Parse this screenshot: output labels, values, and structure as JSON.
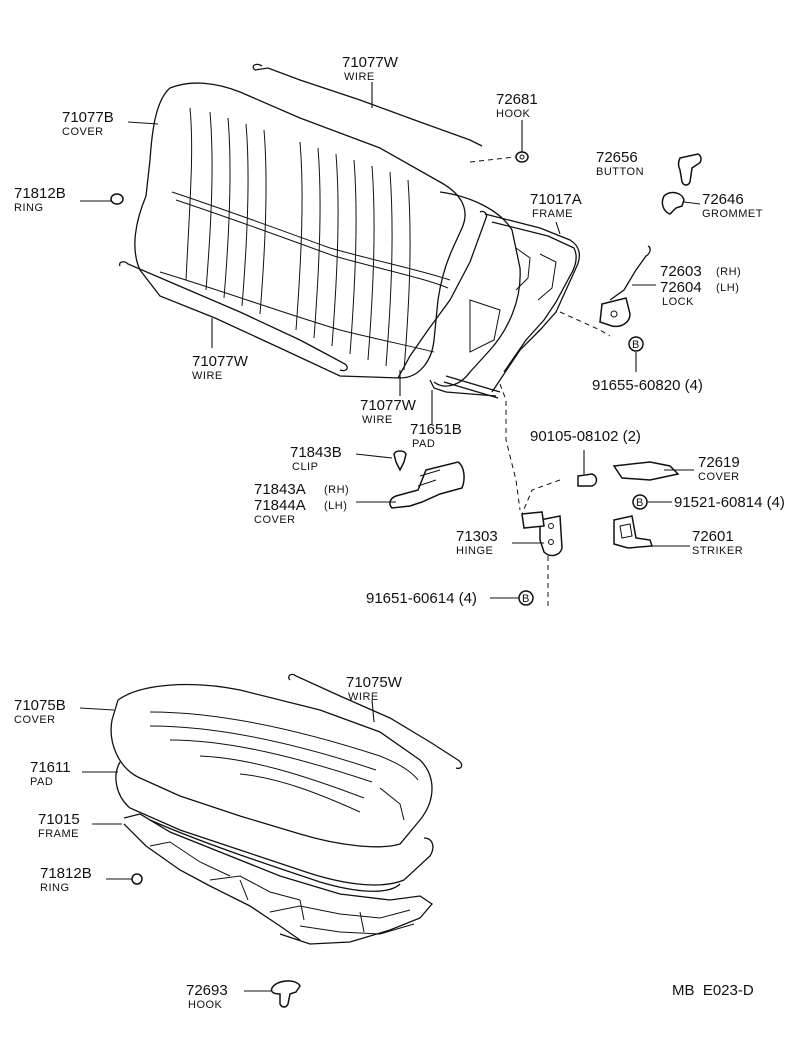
{
  "diagram_id": "MB  E023-D",
  "callouts": [
    {
      "key": "wire_top",
      "part": "71077W",
      "name": "WIRE"
    },
    {
      "key": "hook_72681",
      "part": "72681",
      "name": "HOOK"
    },
    {
      "key": "cover_71077b",
      "part": "71077B",
      "name": "COVER"
    },
    {
      "key": "button_72656",
      "part": "72656",
      "name": "BUTTON"
    },
    {
      "key": "ring_upper",
      "part": "71812B",
      "name": "RING"
    },
    {
      "key": "grommet_72646",
      "part": "72646",
      "name": "GROMMET"
    },
    {
      "key": "frame_71017a",
      "part": "71017A",
      "name": "FRAME"
    },
    {
      "key": "lock_rh",
      "part": "72603",
      "name": "(RH)"
    },
    {
      "key": "lock_lh",
      "part": "72604",
      "name": "(LH)"
    },
    {
      "key": "lock_label",
      "part": "",
      "name": "LOCK"
    },
    {
      "key": "wire_left",
      "part": "71077W",
      "name": "WIRE"
    },
    {
      "key": "bolt_91655",
      "part": "91655-60820 (4)",
      "name": ""
    },
    {
      "key": "wire_mid",
      "part": "71077W",
      "name": "WIRE"
    },
    {
      "key": "pad_71651b",
      "part": "71651B",
      "name": "PAD"
    },
    {
      "key": "clip_71843b",
      "part": "71843B",
      "name": "CLIP"
    },
    {
      "key": "screw_90105",
      "part": "90105-08102 (2)",
      "name": ""
    },
    {
      "key": "cover_72619",
      "part": "72619",
      "name": "COVER"
    },
    {
      "key": "cover_rh",
      "part": "71843A",
      "name": "(RH)"
    },
    {
      "key": "cover_lh",
      "part": "71844A",
      "name": "(LH)"
    },
    {
      "key": "cover_label",
      "part": "",
      "name": "COVER"
    },
    {
      "key": "bolt_91521",
      "part": "91521-60814 (4)",
      "name": ""
    },
    {
      "key": "hinge_71303",
      "part": "71303",
      "name": "HINGE"
    },
    {
      "key": "striker_72601",
      "part": "72601",
      "name": "STRIKER"
    },
    {
      "key": "bolt_91651",
      "part": "91651-60614 (4)",
      "name": ""
    },
    {
      "key": "cover_71075b",
      "part": "71075B",
      "name": "COVER"
    },
    {
      "key": "wire_71075w",
      "part": "71075W",
      "name": "WIRE"
    },
    {
      "key": "pad_71611",
      "part": "71611",
      "name": "PAD"
    },
    {
      "key": "frame_71015",
      "part": "71015",
      "name": "FRAME"
    },
    {
      "key": "ring_lower",
      "part": "71812B",
      "name": "RING"
    },
    {
      "key": "hook_72693",
      "part": "72693",
      "name": "HOOK"
    }
  ],
  "markers": {
    "b": "B"
  },
  "colors": {
    "ink": "#111111",
    "paper": "#ffffff"
  }
}
